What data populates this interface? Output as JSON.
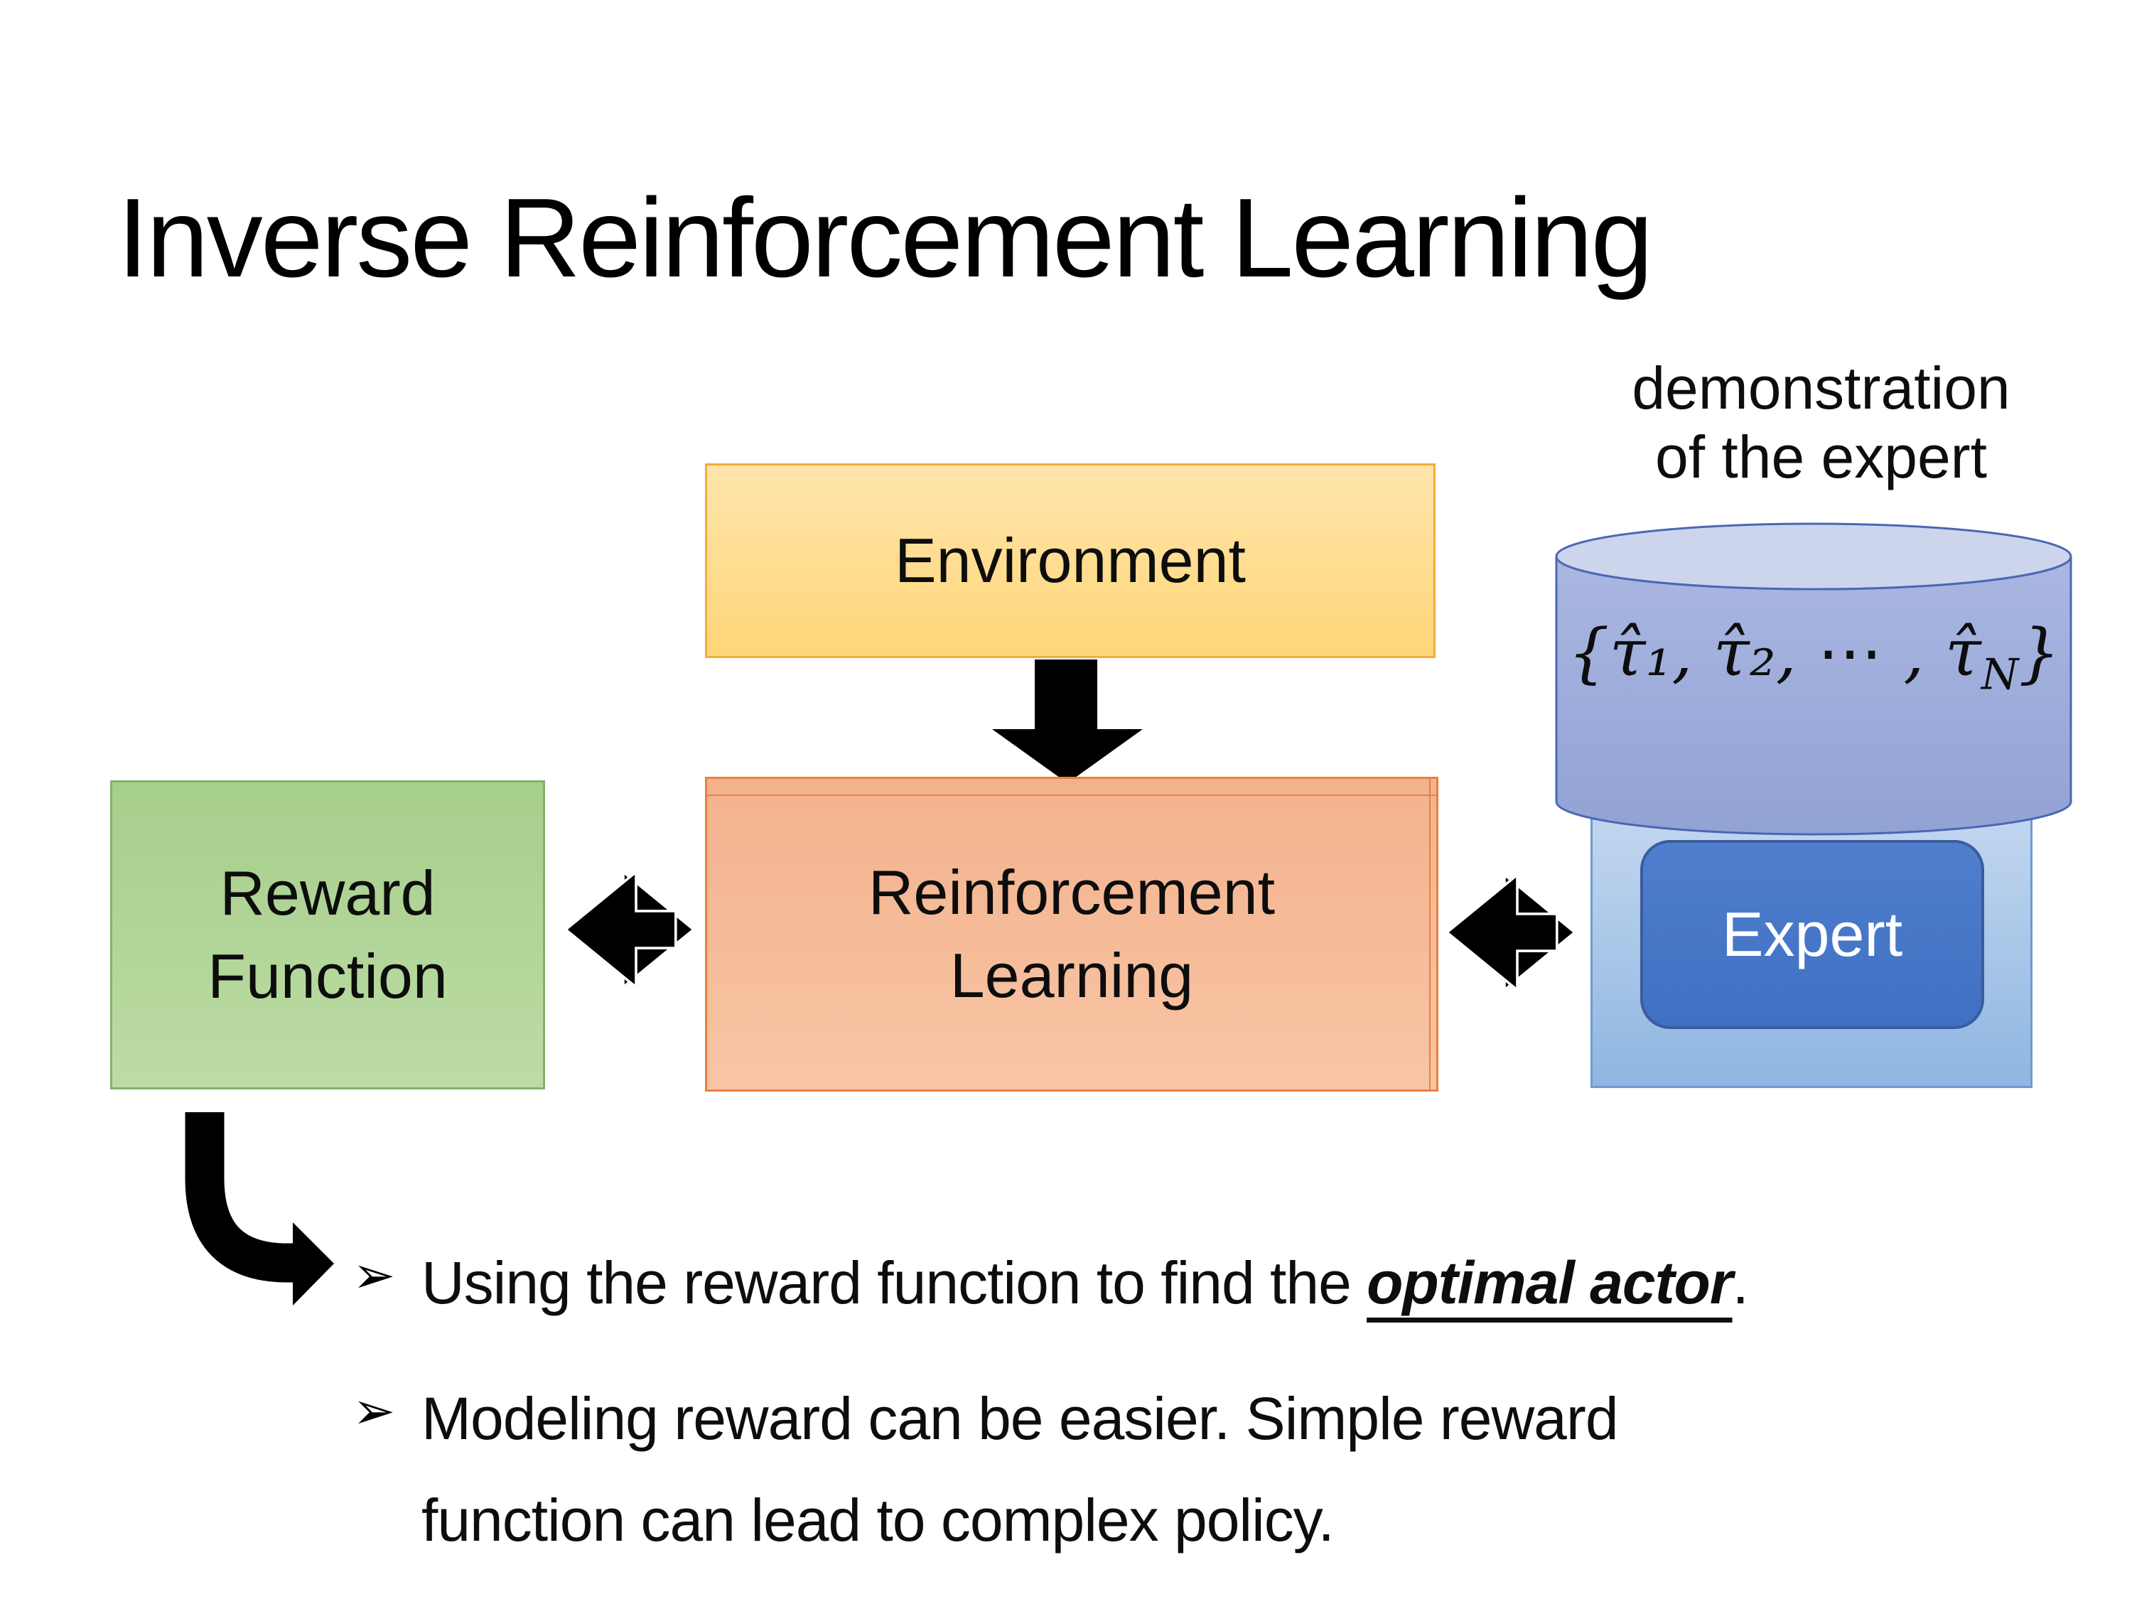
{
  "slide": {
    "title": "Inverse Reinforcement Learning"
  },
  "diagram": {
    "environment_label": "Environment",
    "reward_label_line1": "Reward",
    "reward_label_line2": "Function",
    "rl_label_line1": "Reinforcement",
    "rl_label_line2": "Learning",
    "expert_label": "Expert",
    "demonstration_caption_line1": "demonstration",
    "demonstration_caption_line2": "of the expert",
    "trajectory_formula_prefix": "{τ̂₁, τ̂₂, ⋯ , τ̂",
    "trajectory_formula_subscript": "N",
    "trajectory_formula_suffix": "}"
  },
  "bullets": {
    "marker": "➢",
    "item1_prefix": "Using the reward function to find the ",
    "item1_emphasis": "optimal actor",
    "item1_suffix": ".",
    "item2": "Modeling reward can be easier. Simple reward function can lead to complex policy."
  },
  "colors": {
    "environment_fill": "#ffd678",
    "environment_border": "#f2ac3c",
    "reward_fill": "#aed398",
    "reward_border": "#7fb36b",
    "rl_fill": "#f5b897",
    "rl_border": "#e8813e",
    "expert_panel_fill": "#9cc0e8",
    "expert_fill": "#4472c4",
    "expert_border": "#3a5ca0",
    "cylinder_fill": "#97a7d6",
    "cylinder_top_fill": "#cdd5ec",
    "cylinder_border": "#4a67b5",
    "arrow_color": "#000000"
  }
}
